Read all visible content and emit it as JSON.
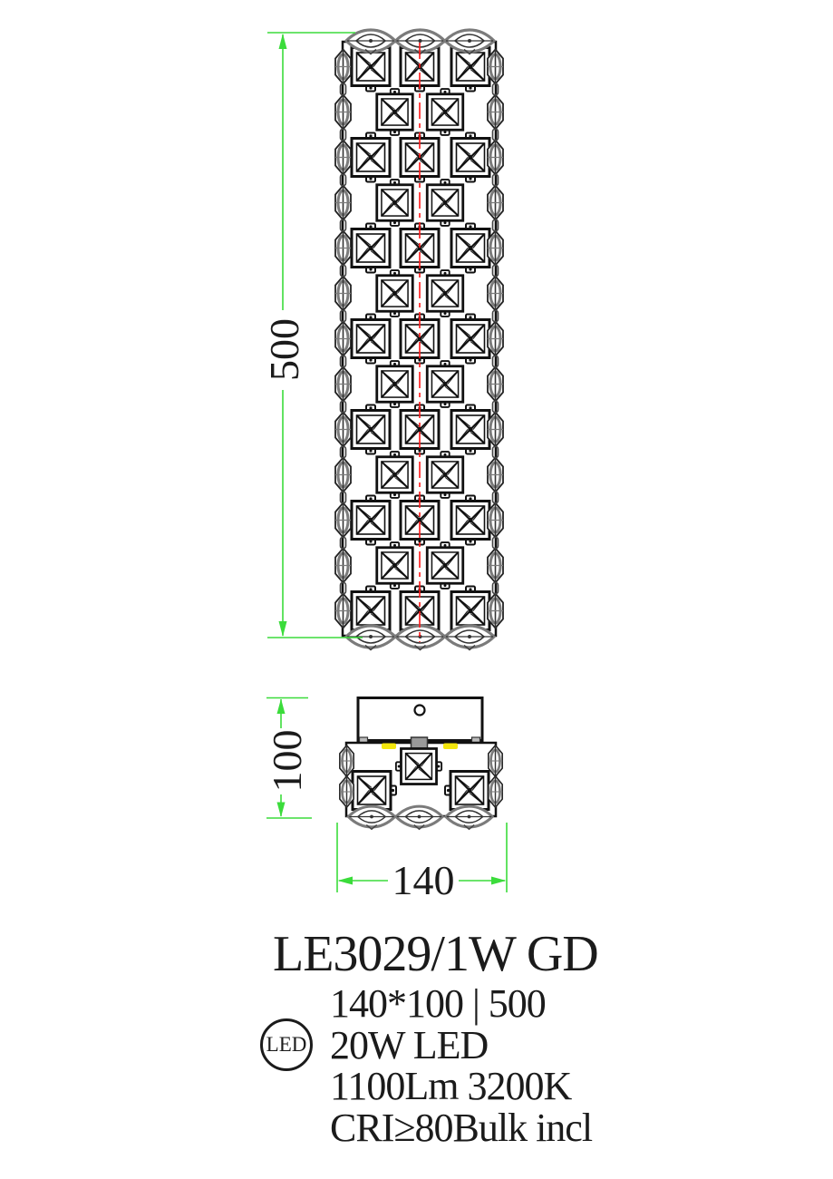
{
  "views": {
    "front": {
      "name": "front elevation of crystal pendant column",
      "height_label": "500"
    },
    "bottom": {
      "name": "top mounting view",
      "depth_label": "100",
      "width_label": "140"
    }
  },
  "spec": {
    "model": "LE3029/1W GD",
    "size": "140*100 | 500",
    "power": "20W LED",
    "luminosity": "1100Lm 3200K",
    "cri": "CRI≥80Bulk incl",
    "led_badge": "LED"
  },
  "colors": {
    "dimension_green": "#3bdc3b",
    "centerline_red": "#ff1616",
    "led_strip_yellow": "#f2e60e",
    "line_ink": "#1b1b1b",
    "crystal_gray": "#7b7b7b"
  }
}
